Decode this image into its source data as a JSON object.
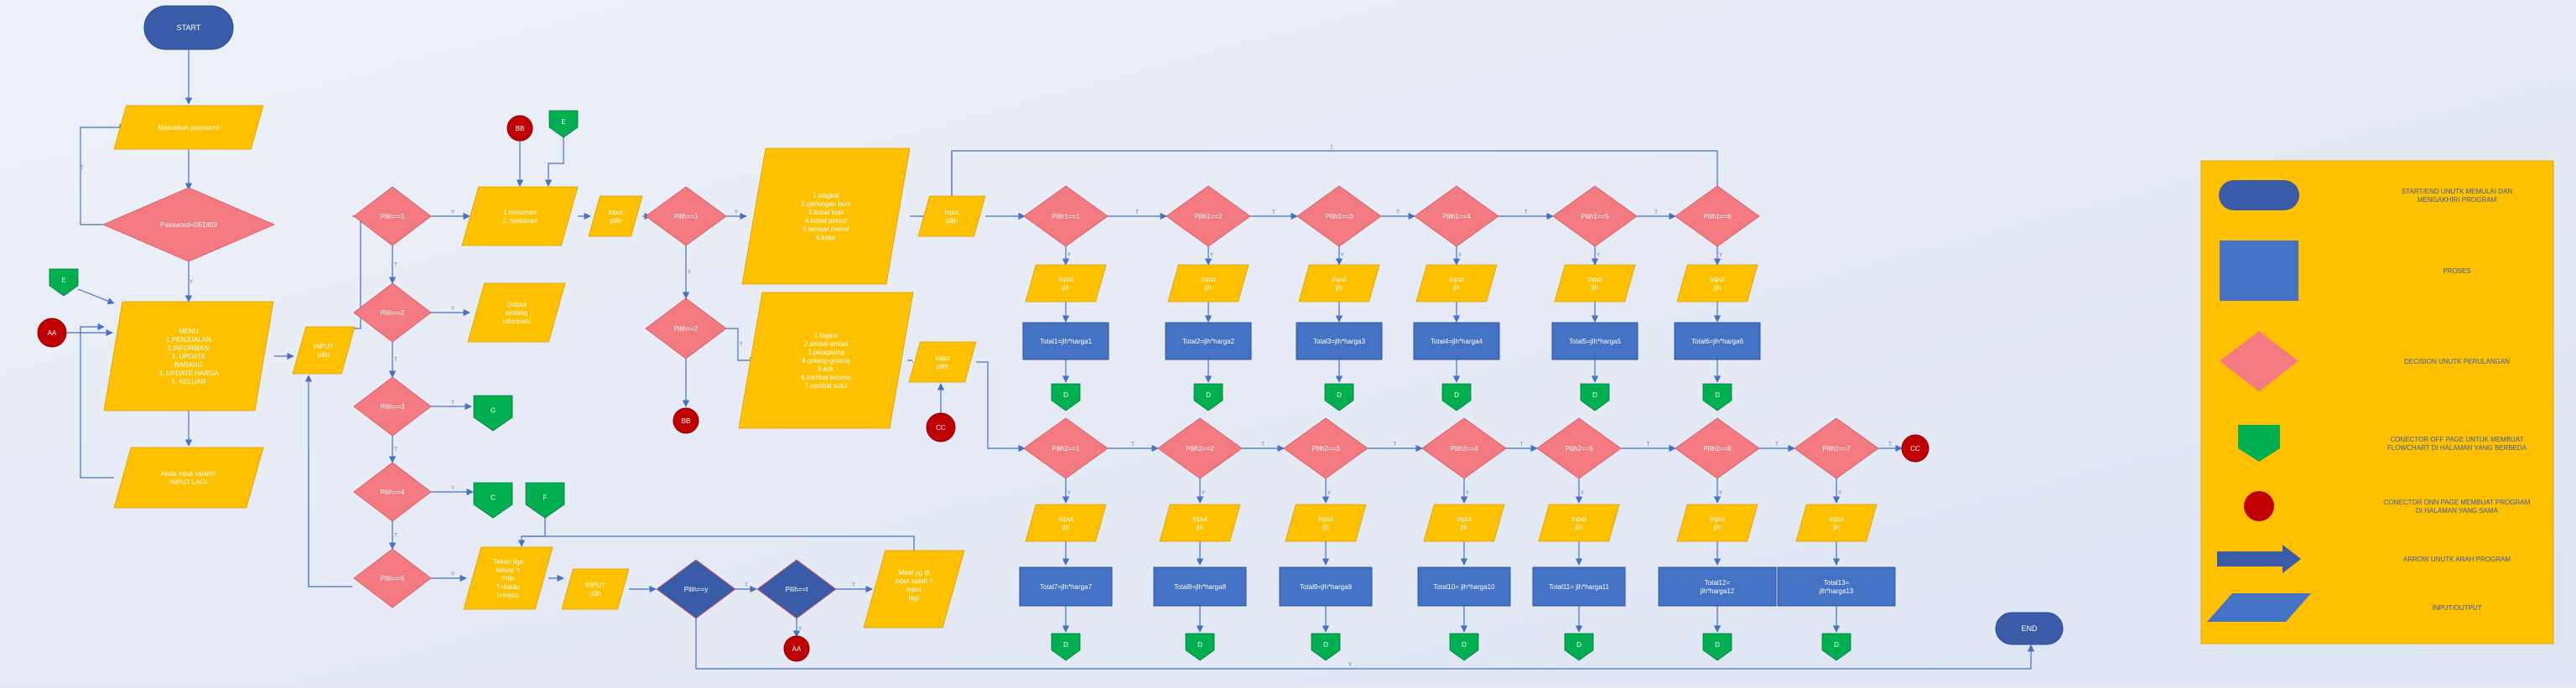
{
  "colors": {
    "background": "#e4e9f4",
    "terminal": "#3a5ba8",
    "process": "#4472c4",
    "decision": "#f47a82",
    "io": "#ffc000",
    "offpage": "#00b050",
    "onpage": "#c00000",
    "line": "#4472c4",
    "legend_bg": "#ffc000",
    "label_text": "#ffffff",
    "legend_text": "#3a5ba8"
  },
  "flow": {
    "start": "START",
    "end": "END",
    "io_password": "Masukkan password",
    "dec_password": "Password=DEDI03",
    "menu": [
      "MENU",
      "1.PENJUALAN",
      "2.INFORMASI",
      "3. UPDATE",
      "BARANG",
      "4. UPDATE HARGA",
      "5. KELUAR"
    ],
    "io_invalid": [
      "Anda input salah!!!",
      "INPUT LAGI"
    ],
    "io_input_pilih": [
      "INPUT",
      "pilih"
    ],
    "dec_pilih": [
      "Pilih==1",
      "Pilih==2",
      "Pilih==3",
      "Pilih==4",
      "Pilih==5"
    ],
    "io_menu_jenis": [
      "1.minuman",
      "2. makanan"
    ],
    "io_output_info": [
      "Output",
      "tentang",
      "informasi"
    ],
    "io_keluar": [
      "Tekan jiga",
      "keluar Y",
      "Pilih",
      "T=kalau",
      "t=menu"
    ],
    "io_input_pilih2": [
      "INPUT",
      "pilih"
    ],
    "dec_pilih_y": "Pilih==y",
    "dec_pilih_t": "Pilih==t",
    "io_salah": [
      "Maaf yg di",
      "input salah !!",
      "",
      "input",
      "lagi"
    ],
    "io_input_pilih3": [
      "Input",
      "pilih"
    ],
    "dec_pil1": "Pilih==1",
    "dec_pil2": "Pilih==2",
    "minuman_list": [
      "1.singkat",
      "2.gerlungan buni",
      "3.kobal kopi",
      "4.kobal pemol",
      "5.tempat pemol",
      "6.kejar"
    ],
    "makanan_list": [
      "1.logam",
      "2.ambal-ambal",
      "3.pelagaong",
      "4.golang-golang",
      "5.kok",
      "6.sambal teruma",
      "7.sambal sulut"
    ],
    "io_input_pilih4": [
      "Input",
      "pilih"
    ],
    "io_input_pilih5": [
      "Input",
      "pilih"
    ],
    "row1_decisions": [
      "Pilih1==1",
      "Pilih1==2",
      "Pilih1==3",
      "Pilih1==4",
      "Pilih1==5",
      "Pilih1==6"
    ],
    "row1_inputs": [
      [
        "Input",
        "jlh"
      ],
      [
        "Input",
        "jlh"
      ],
      [
        "Input",
        "jlh"
      ],
      [
        "Input",
        "jlh"
      ],
      [
        "Input",
        "jlh"
      ],
      [
        "Input",
        "jlh"
      ]
    ],
    "row1_totals": [
      [
        "Total1=jlh*harga1"
      ],
      [
        "Total2=jlh*harga2"
      ],
      [
        "Total3=jlh*harga3"
      ],
      [
        "Total4=jlh*harga4"
      ],
      [
        "Total5=jlh*harga5"
      ],
      [
        "Total6=jlh*harga6"
      ]
    ],
    "row2_decisions": [
      "Pilih2==1",
      "Pilih2==2",
      "Pilih2==3",
      "Pilih2==4",
      "Pilih2==5",
      "Pilih2==6",
      "Pilih2==7"
    ],
    "row2_inputs": [
      [
        "Input",
        "jlh"
      ],
      [
        "Input",
        "jlh"
      ],
      [
        "Input",
        "jlh"
      ],
      [
        "Input",
        "jlh"
      ],
      [
        "Input",
        "jlh"
      ],
      [
        "Input",
        "jlh"
      ],
      [
        "Input",
        "jlh"
      ]
    ],
    "row2_totals": [
      [
        "Total7=jlh*harga7"
      ],
      [
        "Total8=jlh*harga8"
      ],
      [
        "Total9=jlh*harga9"
      ],
      [
        "Total10= jlh*harga10"
      ],
      [
        "Total11= jlh*harga11"
      ],
      [
        "Total12=",
        "jlh*harga12"
      ],
      [
        "Total13=",
        "jlh*harga13"
      ]
    ],
    "connectors": {
      "AA": "AA",
      "BB": "BB",
      "CC": "CC",
      "C": "C",
      "D": "D",
      "E": "E",
      "F": "F",
      "G": "G"
    },
    "edge_y": "Y",
    "edge_t": "T"
  },
  "legend": [
    {
      "shape": "terminal",
      "text": [
        "START/END UNUTK MEMULAI DAN",
        "MENGAKHIRI PROGRAM"
      ]
    },
    {
      "shape": "process",
      "text": [
        "PROSES"
      ]
    },
    {
      "shape": "decision",
      "text": [
        "DECISION UNUTK PERULANGAN"
      ]
    },
    {
      "shape": "offpage",
      "text": [
        "CONECTOR OFF PAGE UNTUK MEMBUAT",
        "FLOWCHART DI HALAMAN YANG BERBEDA"
      ]
    },
    {
      "shape": "onpage",
      "text": [
        "CONECTOR ONN PAGE MEMBUAT PROGRAM",
        "DI HALAMAN YANG SAMA"
      ]
    },
    {
      "shape": "arrow",
      "text": [
        "ARROW UNUTK ARAH PROGRAM"
      ]
    },
    {
      "shape": "io",
      "text": [
        "INPUT/OUTPUT"
      ]
    }
  ]
}
